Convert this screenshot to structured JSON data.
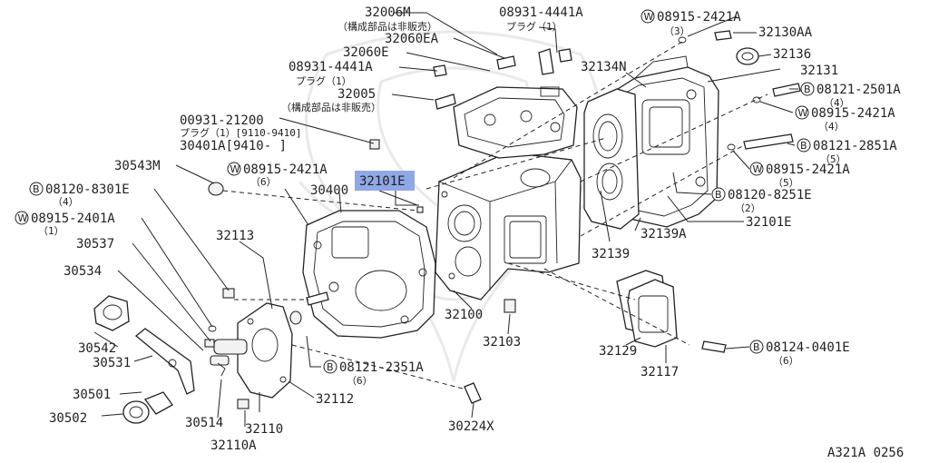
{
  "diagram_code": "A321A 0256",
  "highlight_color": "#8fa8e6",
  "labels": {
    "p32006M": "32006M",
    "p32006M_note": "（構成部品は非販売）",
    "p32060EA": "32060EA",
    "p32060E": "32060E",
    "p08931_top": "08931-4441A",
    "p08931_top_sub": "プラグ（1）",
    "p08931_left": "08931-4441A",
    "p08931_left_sub": "プラグ（1）",
    "p32005": "32005",
    "p32005_note": "（構成部品は非販売）",
    "p00931": "00931-21200",
    "p00931_sub": "プラグ（1）[9110-9410]",
    "p30401A": "30401A[9410-     ]",
    "w08915_3_num": "08915-2421A",
    "w08915_3_qty": "（3）",
    "p32130AA": "32130AA",
    "p32136": "32136",
    "p32134N": "32134N",
    "p32131": "32131",
    "b08121_2501A_num": "08121-2501A",
    "b08121_2501A_qty": "（4）",
    "w08915_4_num": "08915-2421A",
    "w08915_4_qty": "（4）",
    "b08121_2851A_num": "08121-2851A",
    "b08121_2851A_qty": "（5）",
    "w08915_5_num": "08915-2421A",
    "w08915_5_qty": "（5）",
    "b08120_8251E_num": "08120-8251E",
    "b08120_8251E_qty": "（2）",
    "p32101E_right": "32101E",
    "p32139A": "32139A",
    "p32139": "32139",
    "p30543M": "30543M",
    "w08915_6_num": "08915-2421A",
    "w08915_6_qty": "（6）",
    "p32101E_hl": "32101E",
    "p30400": "30400",
    "b08120_8301E_num": "08120-8301E",
    "b08120_8301E_qty": "（4）",
    "w08915_2401A_num": "08915-2401A",
    "w08915_2401A_qty": "（1）",
    "p32113": "32113",
    "p30537": "30537",
    "p30534": "30534",
    "p30542": "30542",
    "p30531": "30531",
    "p30501": "30501",
    "p30502": "30502",
    "p30514": "30514",
    "p32110": "32110",
    "p32110A": "32110A",
    "p32112": "32112",
    "b08121_2351A_num": "08121-2351A",
    "b08121_2351A_qty": "（6）",
    "p30224X": "30224X",
    "p32100": "32100",
    "p32103": "32103",
    "p32129": "32129",
    "p32117": "32117",
    "b08124_0401E_num": "08124-0401E",
    "b08124_0401E_qty": "（6）"
  },
  "markers": {
    "bolt": "B",
    "washer": "W"
  }
}
